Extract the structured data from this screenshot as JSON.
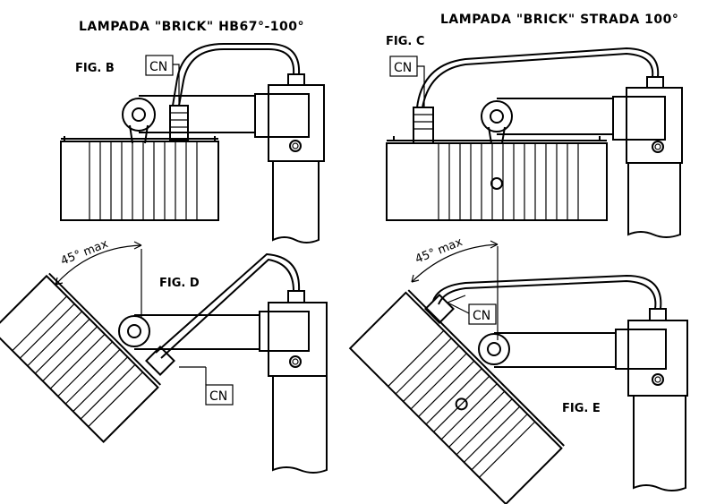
{
  "titles": {
    "left": "LAMPADA \"BRICK\" HB67°-100°",
    "right": "LAMPADA \"BRICK\" STRADA 100°"
  },
  "figures": {
    "b": "FIG. B",
    "c": "FIG. C",
    "d": "FIG. D",
    "e": "FIG. E"
  },
  "connector_label": "CN",
  "angle_label": "45° max"
}
